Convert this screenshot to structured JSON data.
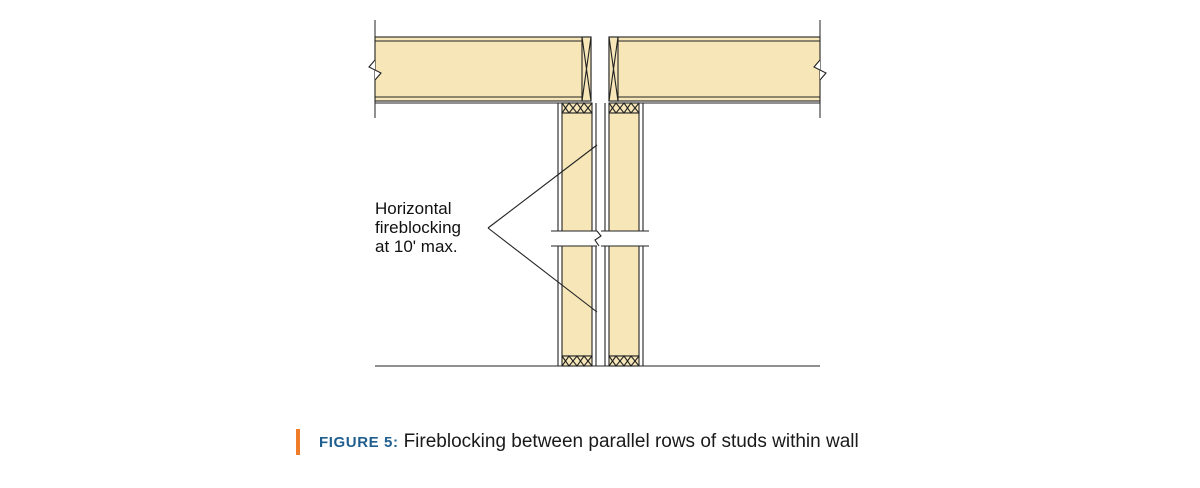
{
  "callout": {
    "lines": [
      "Horizontal",
      "fireblocking",
      "at 10' max."
    ]
  },
  "caption": {
    "label": "FIGURE 5:",
    "text": "Fireblocking between parallel rows of studs within wall"
  },
  "colors": {
    "wood": "#f6e6b8",
    "line": "#222222",
    "accent": "#f07c2a",
    "label": "#1f5f8f"
  }
}
